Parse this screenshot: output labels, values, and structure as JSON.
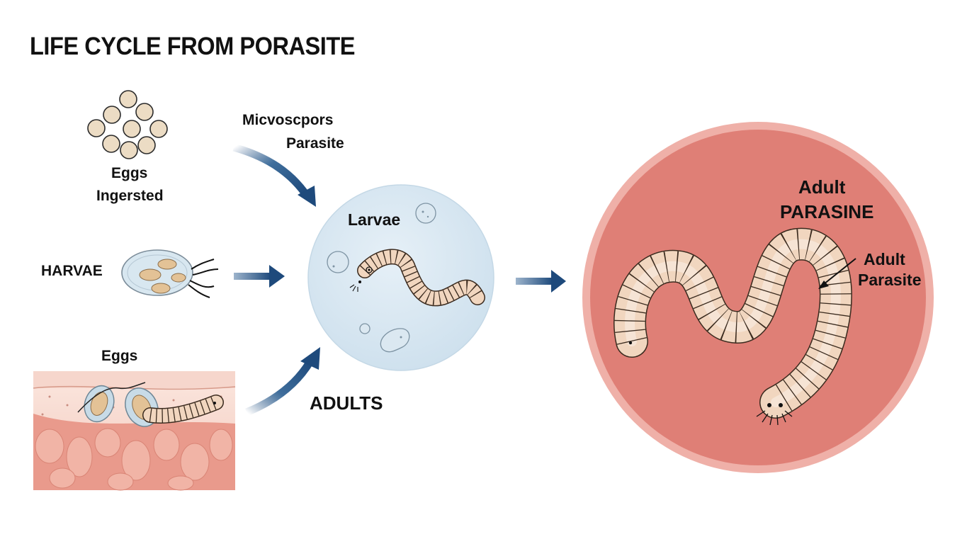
{
  "title": "LIFE CYCLE FROM PORASITE",
  "labels": {
    "eggs_ingested_line1": "Eggs",
    "eggs_ingested_line2": "Ingersted",
    "microspores_line1": "Micvoscpors",
    "microspores_line2": "Parasite",
    "harvae": "HARVAE",
    "larvae": "Larvae",
    "eggs_skin": "Eggs",
    "adults": "ADULTS",
    "adult_parasine_line1": "Adult",
    "adult_parasine_line2": "PARASINE",
    "adult_parasite_line1": "Adult",
    "adult_parasite_line2": "Parasite"
  },
  "colors": {
    "arrow_blue": "#1e4a7c",
    "larvae_circle": "#d9e8f2",
    "host_circle": "#df7f76",
    "host_ring": "#efb0a8",
    "worm_body": "#f1d6bf",
    "egg_fill": "#ecdcc4"
  }
}
